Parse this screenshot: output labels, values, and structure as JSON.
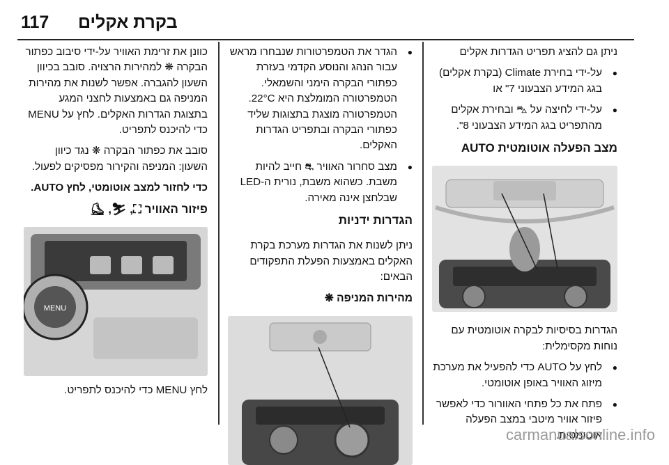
{
  "header": {
    "page_number": "117",
    "title": "בקרת אקלים"
  },
  "col_right": {
    "intro": "ניתן גם להציג תפריט הגדרות אקלים",
    "bullets": [
      "על-ידי בחירת Climate (בקרת אקלים) בגג המידע הצבעוני 7\" או",
      "על-ידי לחיצה על ⛍ ובחירת אקלים מהתפריט בגג המידע הצבעוני 8\"."
    ],
    "auto_heading": "מצב הפעלה אוטומטית AUTO",
    "auto_desc": "הגדרות בסיסיות לבקרה אוטומטית עם נוחות מקסימלית:",
    "auto_bullets": [
      "לחץ על AUTO כדי להפעיל את מערכת מיזוג האוויר באופן אוטומטי.",
      "פתח את כל פתחי האוורור כדי לאפשר פיזור אוויר מיטבי במצב הפעלה אוטומטית."
    ]
  },
  "col_middle": {
    "bullets": [
      "הגדר את הטמפרטורות שנבחרו מראש עבור הנהג והנוסע הקדמי בעזרת כפתורי הבקרה הימני והשמאלי. הטמפרטורה המומלצת היא 22°C. הטמפרטורה מוצגת בתצוגות שליד כפתורי הבקרה ובתפריט הגדרות האקלים.",
      "מצב סחרור האוויר ⛐ חייב להיות משבת. כשהוא משבת, נורית ה-LED שבלחצן אינה מאירה."
    ],
    "manual_heading": "הגדרות ידניות",
    "manual_desc": "ניתן לשנות את הגדרות מערכת בקרת האקלים באמצעות הפעלת התפקודים הבאים:",
    "fan_heading": "מהירות המניפה ❋"
  },
  "col_left": {
    "para1": "כוונן את זרימת האוויר על-ידי סיבוב כפתור הבקרה ❋ למהירות הרצויה. סובב בכיוון השעון להגברה. אפשר לשנות את מהירות המניפה גם באמצעות לחצני המגע בתצוגת הגדרות האקלים. לחץ על MENU כדי להיכנס לתפריט.",
    "para2": "סובב את כפתור הבקרה ❋ נגד כיוון השעון: המניפה והקירור מפסיקים לפעול.",
    "para3": "כדי לחזור למצב אוטומטי, לחץ AUTO.",
    "distribution_heading": "פיזור האוויר ⛶, ⛷, ⛸",
    "caption": "לחץ MENU כדי להיכנס לתפריט."
  },
  "footer": {
    "watermark": "carmanualsonline.info"
  }
}
